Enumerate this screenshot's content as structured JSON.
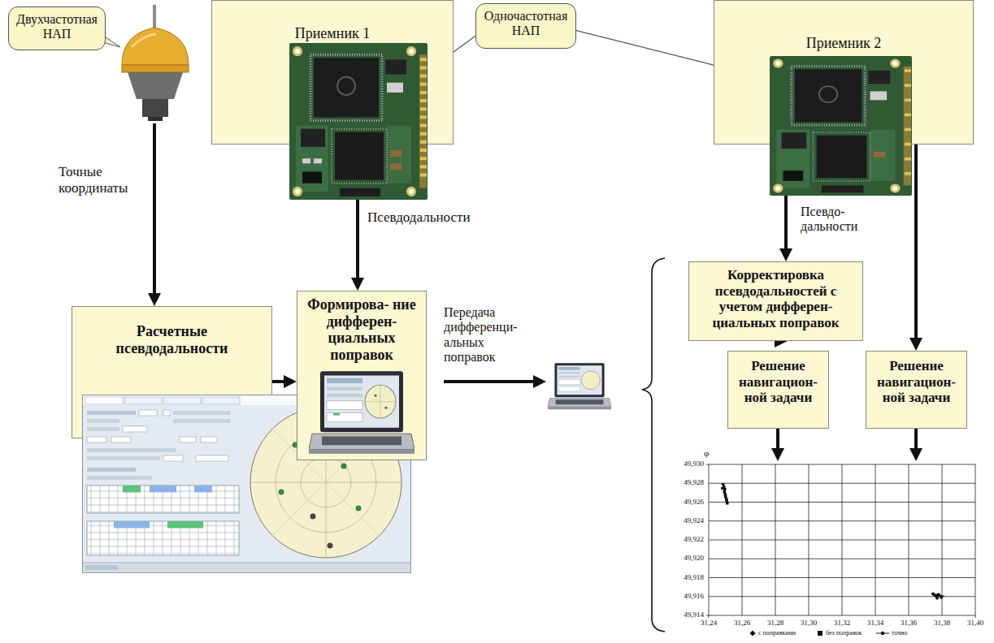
{
  "diagram": {
    "nodes": [
      {
        "text": [
          "Двухчастотная НАП"
        ]
      },
      {
        "text": [
          "Приемник 1"
        ]
      },
      {
        "text": [
          "Одночастотная НАП"
        ]
      },
      {
        "text": [
          "Приемник 2"
        ]
      },
      {
        "text": [
          "Расчетные псевдодальности"
        ]
      },
      {
        "text": [
          "Формирова- ние дифферен- циальных поправок"
        ]
      },
      {
        "text": [
          "Корректировка псевдодальностей с учетом дифферен- циальных поправок"
        ]
      },
      {
        "text": [
          "Решение навигацион- ной задачи"
        ]
      },
      {
        "text": [
          "Решение навигацион- ной задачи"
        ]
      }
    ],
    "edges": [
      {
        "from": 1,
        "to": 5,
        "arrow": "to",
        "label": "Псевдодальности"
      },
      {
        "from": 4,
        "to": 5,
        "arrow": "to"
      },
      {
        "from": 3,
        "to": 6,
        "arrow": "to"
      },
      {
        "from": 3,
        "to": 8,
        "arrow": "to"
      },
      {
        "from": 6,
        "to": 7,
        "arrow": "to"
      },
      {
        "from": 2,
        "to": 1,
        "arrow": "none"
      },
      {
        "from": 2,
        "to": 3,
        "arrow": "none"
      }
    ],
    "labels": [
      "Точные координаты",
      "Передача дифференци- альных поправок",
      "Псевдо- дальности",
      "φ",
      "49,930",
      "49,928",
      "49,926",
      "49,924",
      "49,922",
      "49,920",
      "49,918",
      "49,916",
      "49,914",
      "31,24",
      "31,26",
      "31,28",
      "31,30",
      "31,32",
      "31,34",
      "31,36",
      "31,38",
      "31,40"
    ],
    "legend": [
      {
        "text": "с поправками"
      },
      {
        "text": "без поправок"
      },
      {
        "text": "точно"
      }
    ]
  }
}
